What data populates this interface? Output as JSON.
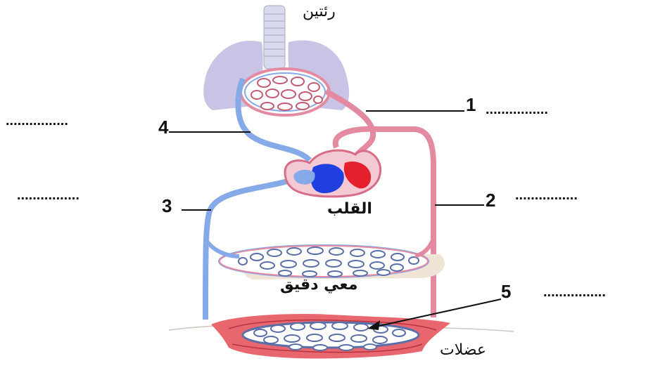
{
  "organs": {
    "lungs": "رئتين",
    "heart": "القلب",
    "small_intestine": "معي دقيق",
    "muscles": "عضلات"
  },
  "numbers": {
    "n1": "1",
    "n2": "2",
    "n3": "3",
    "n4": "4",
    "n5": "5"
  },
  "answers": {
    "a1": "................",
    "a2": "................",
    "a3": "................",
    "a4": "................",
    "a5": "................"
  },
  "colors": {
    "oxygenated": "#e48aa0",
    "deoxygenated": "#86a9e8",
    "heart_red": "#e5202c",
    "heart_blue": "#1f3fe0",
    "lungs_fill": "#c9c3e6",
    "muscle": "#e8676f",
    "intestine": "#efe4d6"
  }
}
